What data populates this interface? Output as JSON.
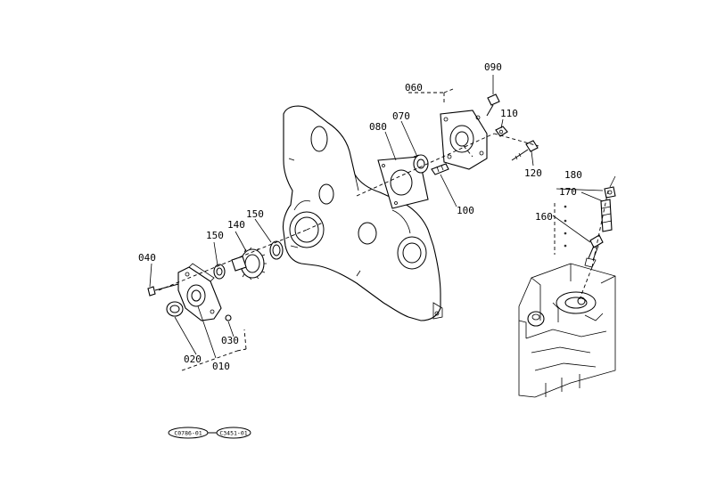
{
  "labels": {
    "p010": "010",
    "p020": "020",
    "p030": "030",
    "p040": "040",
    "p060": "060",
    "p070": "070",
    "p080": "080",
    "p090": "090",
    "p100": "100",
    "p110": "110",
    "p120": "120",
    "p140": "140",
    "p150a": "150",
    "p150b": "150",
    "p160": "160",
    "p170": "170",
    "p180": "180"
  },
  "refs": {
    "ref1": "C0786-01",
    "ref2": "C3451-01"
  }
}
